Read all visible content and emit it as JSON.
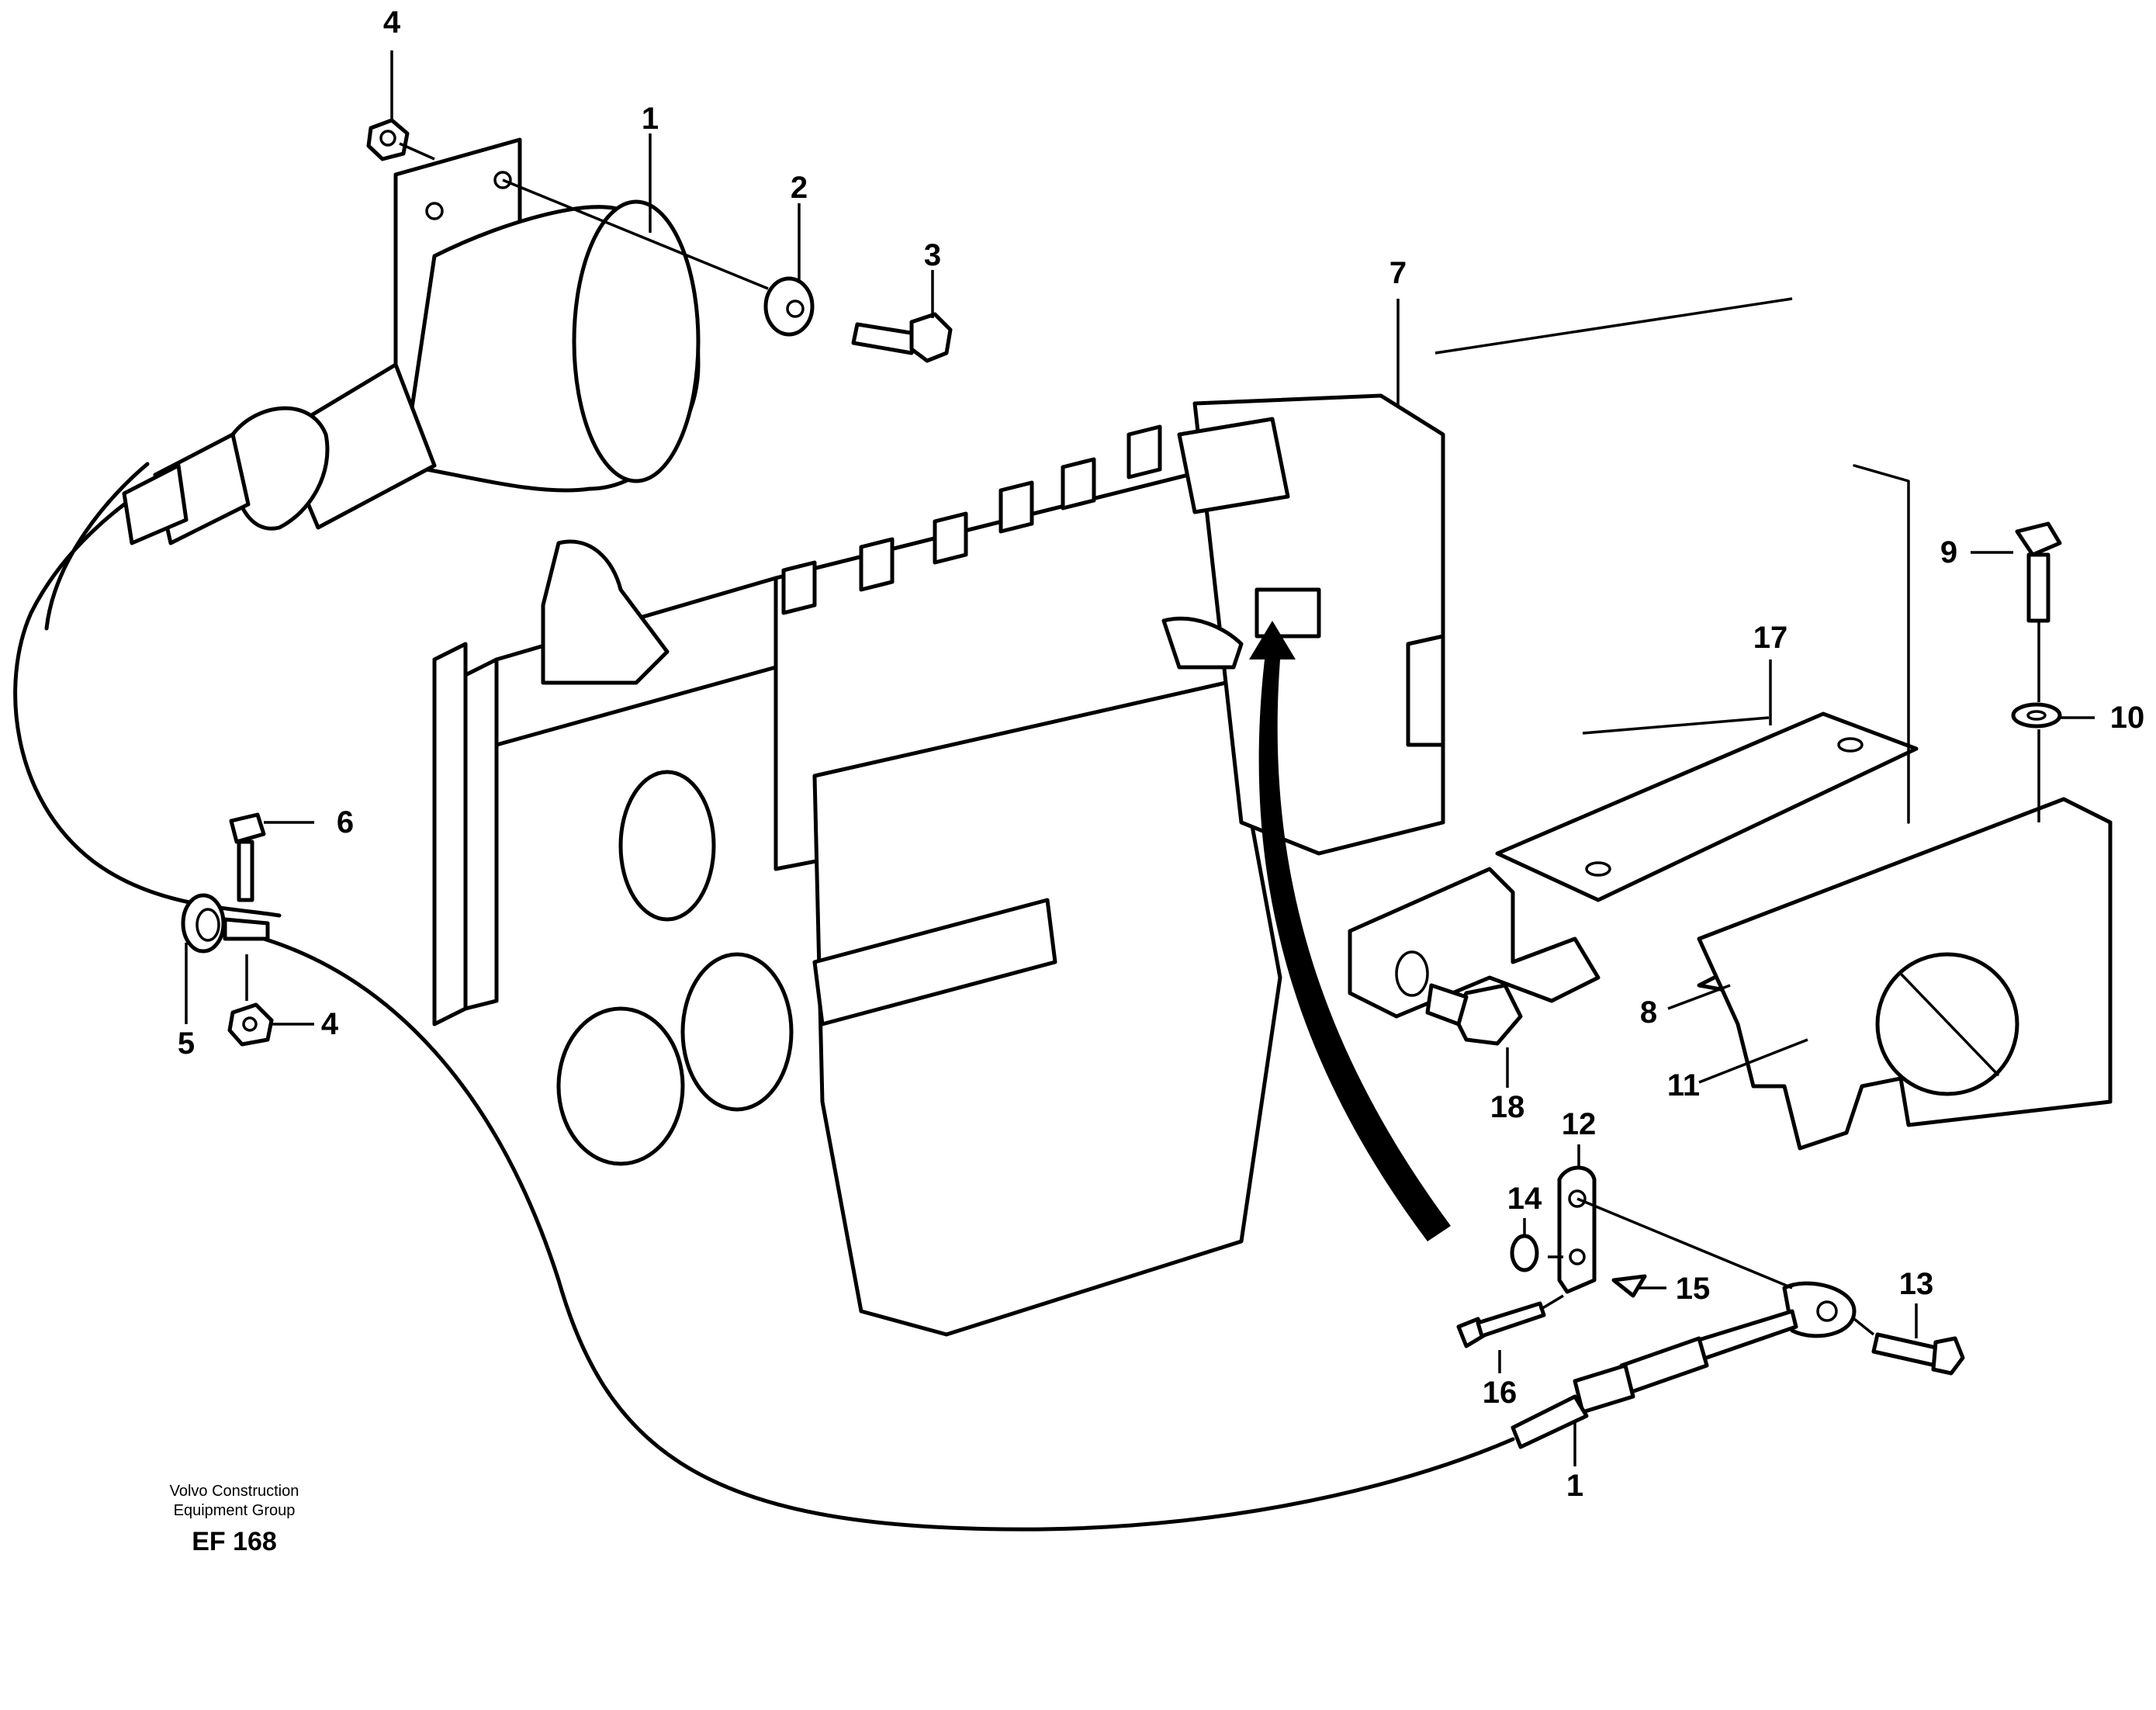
{
  "callouts": {
    "c1_top": "1",
    "c1_bottom": "1",
    "c2": "2",
    "c3": "3",
    "c4_top": "4",
    "c4_left": "4",
    "c5": "5",
    "c6": "6",
    "c7": "7",
    "c8": "8",
    "c9": "9",
    "c10": "10",
    "c11": "11",
    "c12": "12",
    "c13": "13",
    "c14": "14",
    "c15": "15",
    "c16": "16",
    "c17": "17",
    "c18": "18"
  },
  "footer": {
    "line1": "Volvo Construction",
    "line2": "Equipment Group",
    "code": "EF 168"
  }
}
